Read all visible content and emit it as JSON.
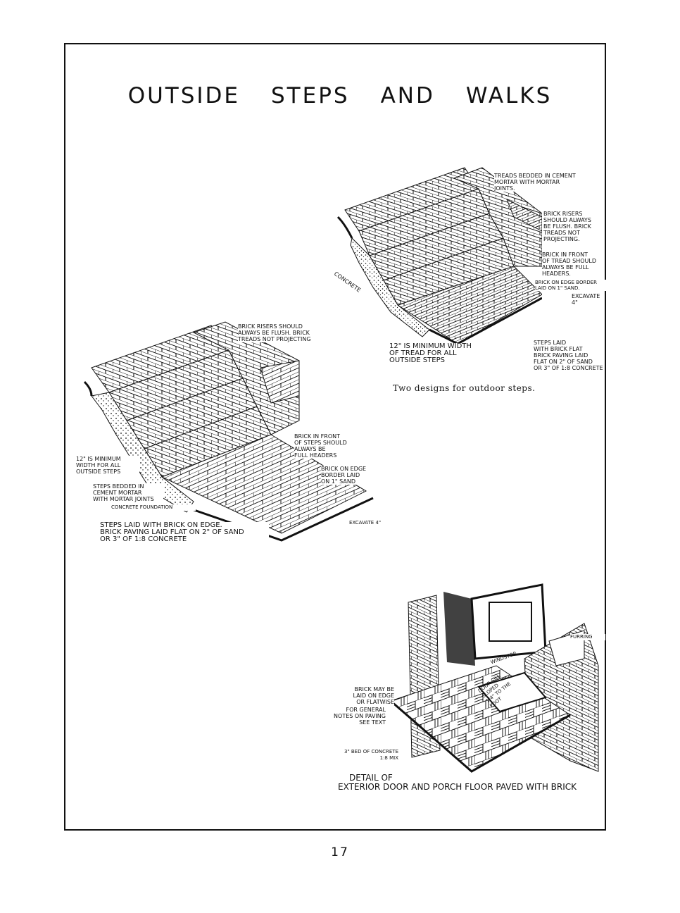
{
  "title": [
    "OUTSIDE",
    "STEPS",
    "AND",
    "WALKS"
  ],
  "caption": "Two designs for outdoor steps.",
  "page_number": "17",
  "figure1_labels": {
    "treads": "Treads bedded in cement\nmortar with mortar\njoints.",
    "risers": "Brick risers\nshould always\nbe flush. Brick\ntreads not\nprojecting.",
    "front": "Brick in front\nof tread should\nalways be full\nheaders.",
    "border": "Brick on edge border\nlaid on 1\" sand.",
    "excavate": "Excavate\n4\"",
    "concrete": "Concrete",
    "minimum": "12\" is minimum width\nof tread for all\noutside steps",
    "laid": "Steps laid\nwith brick flat\nbrick paving laid\nflat on 2\" of sand\nor 3\" of 1:8 concrete"
  },
  "figure2_labels": {
    "risers": "Brick risers should\nalways be flush. Brick\ntreads not projecting",
    "front": "Brick in front\nof steps should\nalways be\nfull headers",
    "border": "Brick on edge\nborder laid\non 1\" sand",
    "minimum": "12\" is minimum\nwidth for all\noutside steps",
    "bedded": "Steps bedded in\ncement mortar\nwith mortar joints",
    "foundation": "Concrete foundation",
    "excavate": "Excavate 4\"",
    "laid": "Steps laid with brick on edge.\nBrick paving laid flat on 2\" of sand\nor 3\" of 1:8 concrete"
  },
  "figure3_labels": {
    "furring": "Furring",
    "windstop": "Windstop",
    "sill": "Door sill\nsloped\n1/4\" to the\nfoot",
    "edge": "Brick may be\nlaid on edge\nor flatwise",
    "notes": "For general\nnotes on paving\nsee text",
    "bed": "3\" bed of concrete\n1:8 mix",
    "detail_line1": "Detail of",
    "detail_line2": "Exterior door and porch floor paved with brick"
  }
}
